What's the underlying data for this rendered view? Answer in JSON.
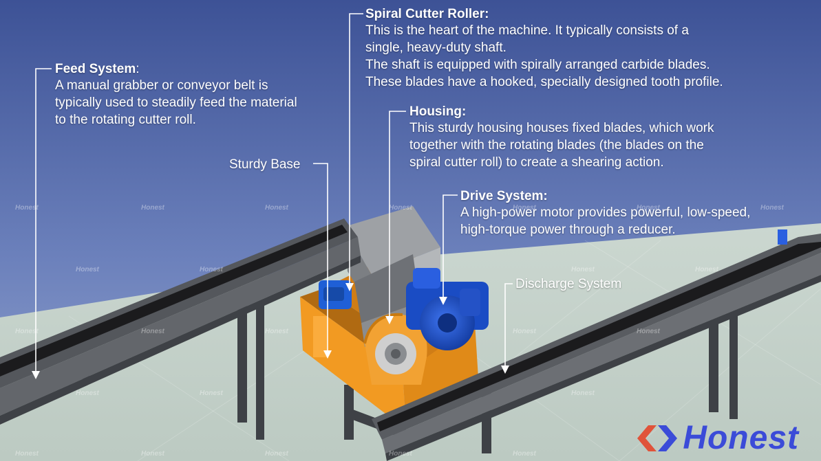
{
  "callouts": {
    "feed_system": {
      "title": "Feed System",
      "title_suffix": ":",
      "lines": [
        "A manual grabber or conveyor belt is",
        "typically used to steadily feed the material",
        "to the rotating cutter roll."
      ]
    },
    "spiral_cutter_roller": {
      "title": "Spiral Cutter Roller:",
      "lines": [
        "This is the heart of the machine. It typically consists of a",
        "single, heavy-duty shaft.",
        "The shaft is equipped with spirally arranged carbide blades.",
        "These blades have a hooked, specially designed tooth profile."
      ]
    },
    "housing": {
      "title": "Housing:",
      "lines": [
        "This sturdy housing houses fixed blades, which work",
        "together with the rotating blades (the blades on the",
        "spiral cutter roll) to create a shearing action."
      ]
    },
    "drive_system": {
      "title": "Drive System:",
      "lines": [
        "A high-power motor provides powerful, low-speed,",
        "high-torque power through a reducer."
      ]
    },
    "sturdy_base": {
      "title": "Sturdy Base"
    },
    "discharge_system": {
      "title": "Discharge System"
    }
  },
  "brand": {
    "name": "Honest",
    "watermark": "Honest"
  },
  "colors": {
    "sky_top": "#41569a",
    "sky_bottom": "#8a9ccc",
    "floor": "#c5d2cb",
    "conveyor_frame": "#4c4f54",
    "belt": "#1b1b1d",
    "base_orange": "#f29a22",
    "motor_blue": "#1d4fc9",
    "housing_gray": "#8f9296",
    "brand_blue": "#3b4bd8",
    "brand_red": "#e0533a"
  }
}
